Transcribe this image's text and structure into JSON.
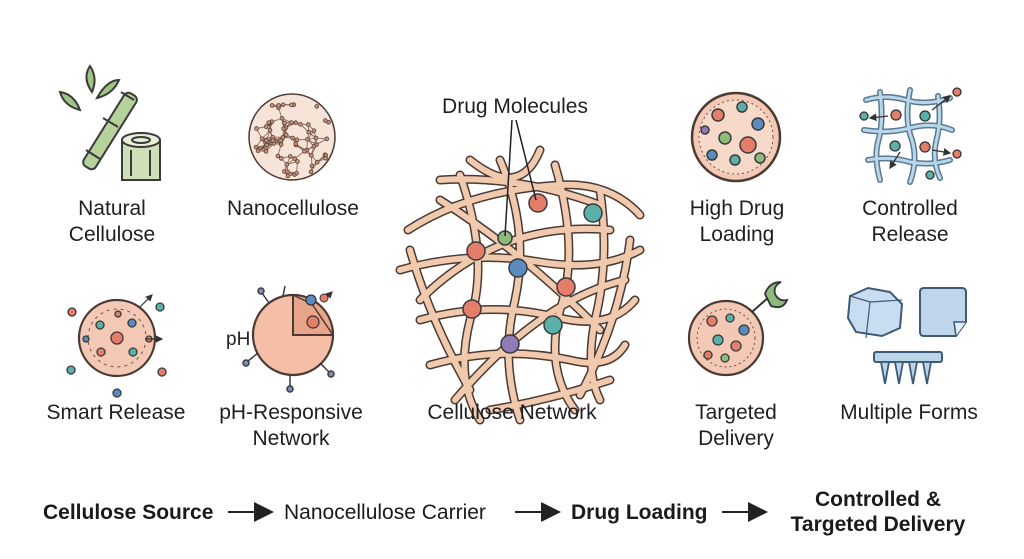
{
  "labels": {
    "natural_cellulose": [
      "Natural",
      "Cellulose"
    ],
    "nanocellulose": "Nanocellulose",
    "drug_molecules": "Drug Molecules",
    "high_drug_loading": [
      "High Drug",
      "Loading"
    ],
    "controlled_release": [
      "Controlled",
      "Release"
    ],
    "smart_release": "Smart Release",
    "ph_symbol": "pH",
    "ph_responsive": [
      "pH-Responsive",
      "Network"
    ],
    "cellulose_network": "Cellulose Network",
    "targeted_delivery": [
      "Targeted",
      "Delivery"
    ],
    "multiple_forms": "Multiple Forms"
  },
  "flow": {
    "step1": "Cellulose Source",
    "step2": "Nanocellulose Carrier",
    "step3": "Drug Loading",
    "step4": [
      "Controlled &",
      "Targeted Delivery"
    ]
  },
  "colors": {
    "fiber": "#f1c9ad",
    "outline": "#4a3a33",
    "bamboo": "#a9c98a",
    "particle_red": "#e47d6a",
    "particle_teal": "#5bb0aa",
    "particle_blue": "#5a8ac0",
    "particle_green": "#8dbb7a",
    "particle_purple": "#8f7bb8",
    "release_blue": "#b9d7ea"
  }
}
